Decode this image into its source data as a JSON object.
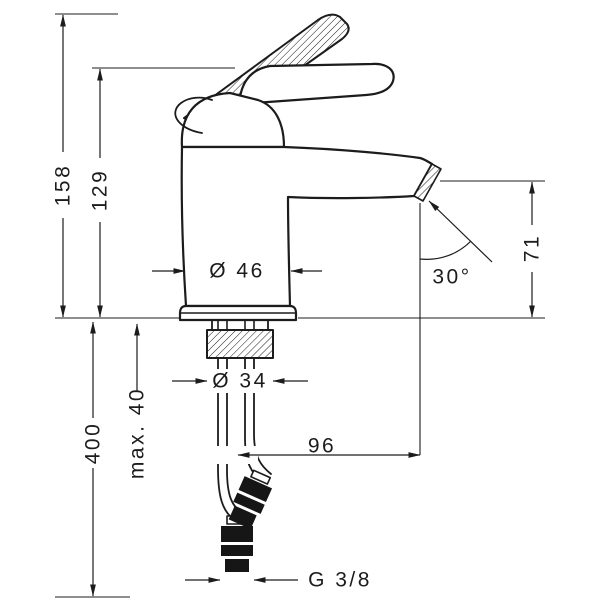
{
  "page": {
    "background": "#ffffff",
    "line_color": "#1c1c1c"
  },
  "drawing": {
    "product": "Single-lever basin mixer - dimensional drawing",
    "labels": {
      "total_height": "158",
      "body_height": "129",
      "outlet_height": "71",
      "body_diameter": "Ø 46",
      "spray_angle": "30°",
      "shank_diameter": "Ø 34",
      "max_mounting_thickness": "max. 40",
      "hose_length": "400",
      "spout_reach": "96",
      "connection_thread": "G 3/8"
    }
  }
}
